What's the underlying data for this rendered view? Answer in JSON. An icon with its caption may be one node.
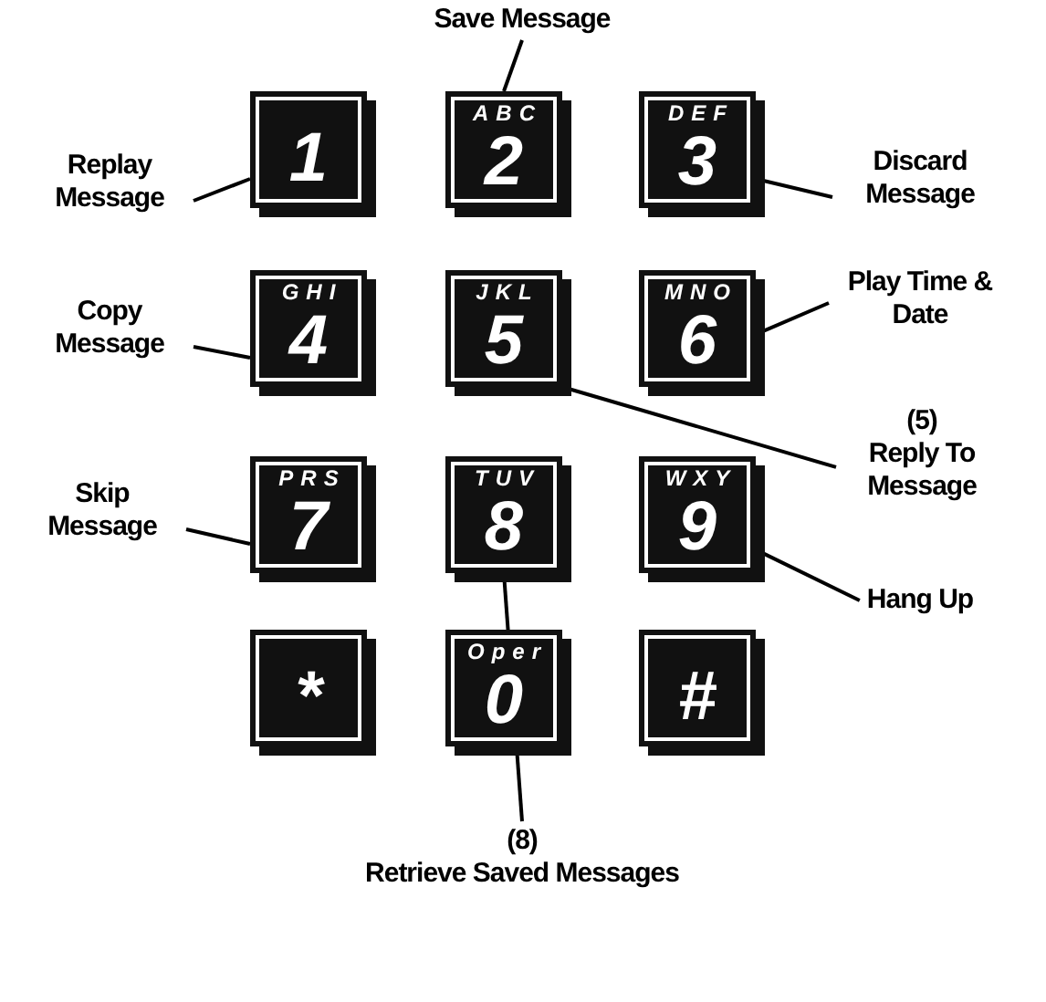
{
  "diagram": {
    "nodes": [
      {
        "text": [
          "Save Message"
        ]
      },
      {
        "text": [
          "Replay Message"
        ]
      },
      {
        "text": [
          "1"
        ]
      },
      {
        "text": [
          "ABC",
          "2"
        ]
      },
      {
        "text": [
          "DEF",
          "3"
        ]
      },
      {
        "text": [
          "Discard Message"
        ]
      },
      {
        "text": [
          "Copy Message"
        ]
      },
      {
        "text": [
          "GHI",
          "4"
        ]
      },
      {
        "text": [
          "JKL",
          "5"
        ]
      },
      {
        "text": [
          "MNO",
          "6"
        ]
      },
      {
        "text": [
          "Play Time & Date"
        ]
      },
      {
        "text": [
          "(5)",
          "Reply To Message"
        ]
      },
      {
        "text": [
          "Skip Message"
        ]
      },
      {
        "text": [
          "PRS",
          "7"
        ]
      },
      {
        "text": [
          "TUV",
          "8"
        ]
      },
      {
        "text": [
          "WXY",
          "9"
        ]
      },
      {
        "text": [
          "Hang Up"
        ]
      },
      {
        "text": [
          "*"
        ]
      },
      {
        "text": [
          "Oper",
          "0"
        ]
      },
      {
        "text": [
          "#"
        ]
      },
      {
        "text": [
          "(8)",
          "Retrieve Saved Messages"
        ]
      }
    ],
    "edges": [
      {
        "from": 0,
        "to": 3,
        "arrow": "none"
      },
      {
        "from": 1,
        "to": 2,
        "arrow": "none"
      },
      {
        "from": 5,
        "to": 4,
        "arrow": "none"
      },
      {
        "from": 6,
        "to": 7,
        "arrow": "none"
      },
      {
        "from": 10,
        "to": 9,
        "arrow": "none"
      },
      {
        "from": 11,
        "to": 8,
        "arrow": "none"
      },
      {
        "from": 12,
        "to": 13,
        "arrow": "none"
      },
      {
        "from": 16,
        "to": 15,
        "arrow": "none"
      },
      {
        "from": 20,
        "to": 14,
        "arrow": "none"
      }
    ]
  }
}
